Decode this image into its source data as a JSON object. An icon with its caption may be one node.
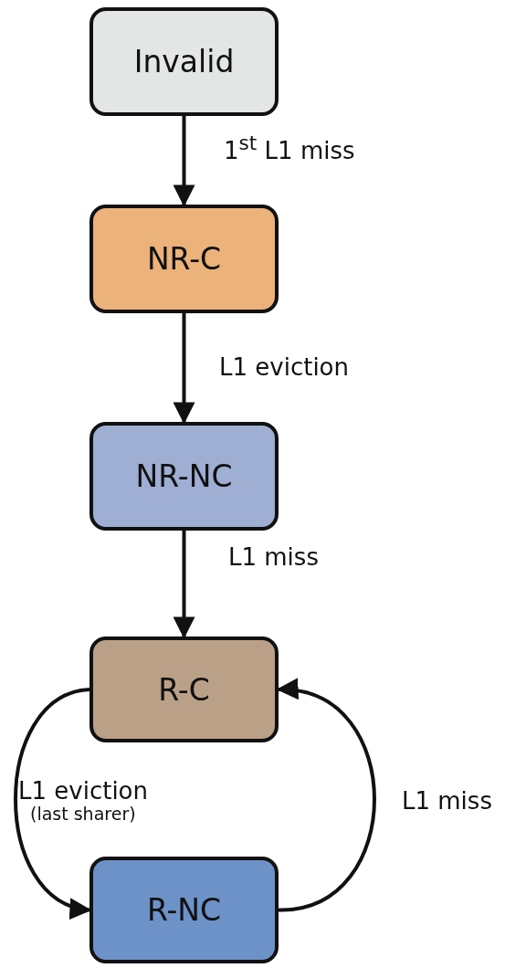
{
  "diagram": {
    "nodes": [
      {
        "text": [
          "Invalid"
        ]
      },
      {
        "text": [
          "NR-C"
        ]
      },
      {
        "text": [
          "NR-NC"
        ]
      },
      {
        "text": [
          "R-C"
        ]
      },
      {
        "text": [
          "R-NC"
        ]
      }
    ],
    "edges": [
      {
        "from": 0,
        "to": 1,
        "arrow": "to",
        "label": "1$^{st}$ L1 miss"
      },
      {
        "from": 1,
        "to": 2,
        "arrow": "to",
        "label": "L1 eviction"
      },
      {
        "from": 2,
        "to": 3,
        "arrow": "to",
        "label": "L1 miss"
      },
      {
        "from": 3,
        "to": 4,
        "arrow": "to",
        "label": "L1 eviction"
      },
      {
        "from": 4,
        "to": 3,
        "arrow": "to",
        "label": "L1 miss"
      }
    ],
    "labels": [
      "(last sharer)"
    ]
  }
}
